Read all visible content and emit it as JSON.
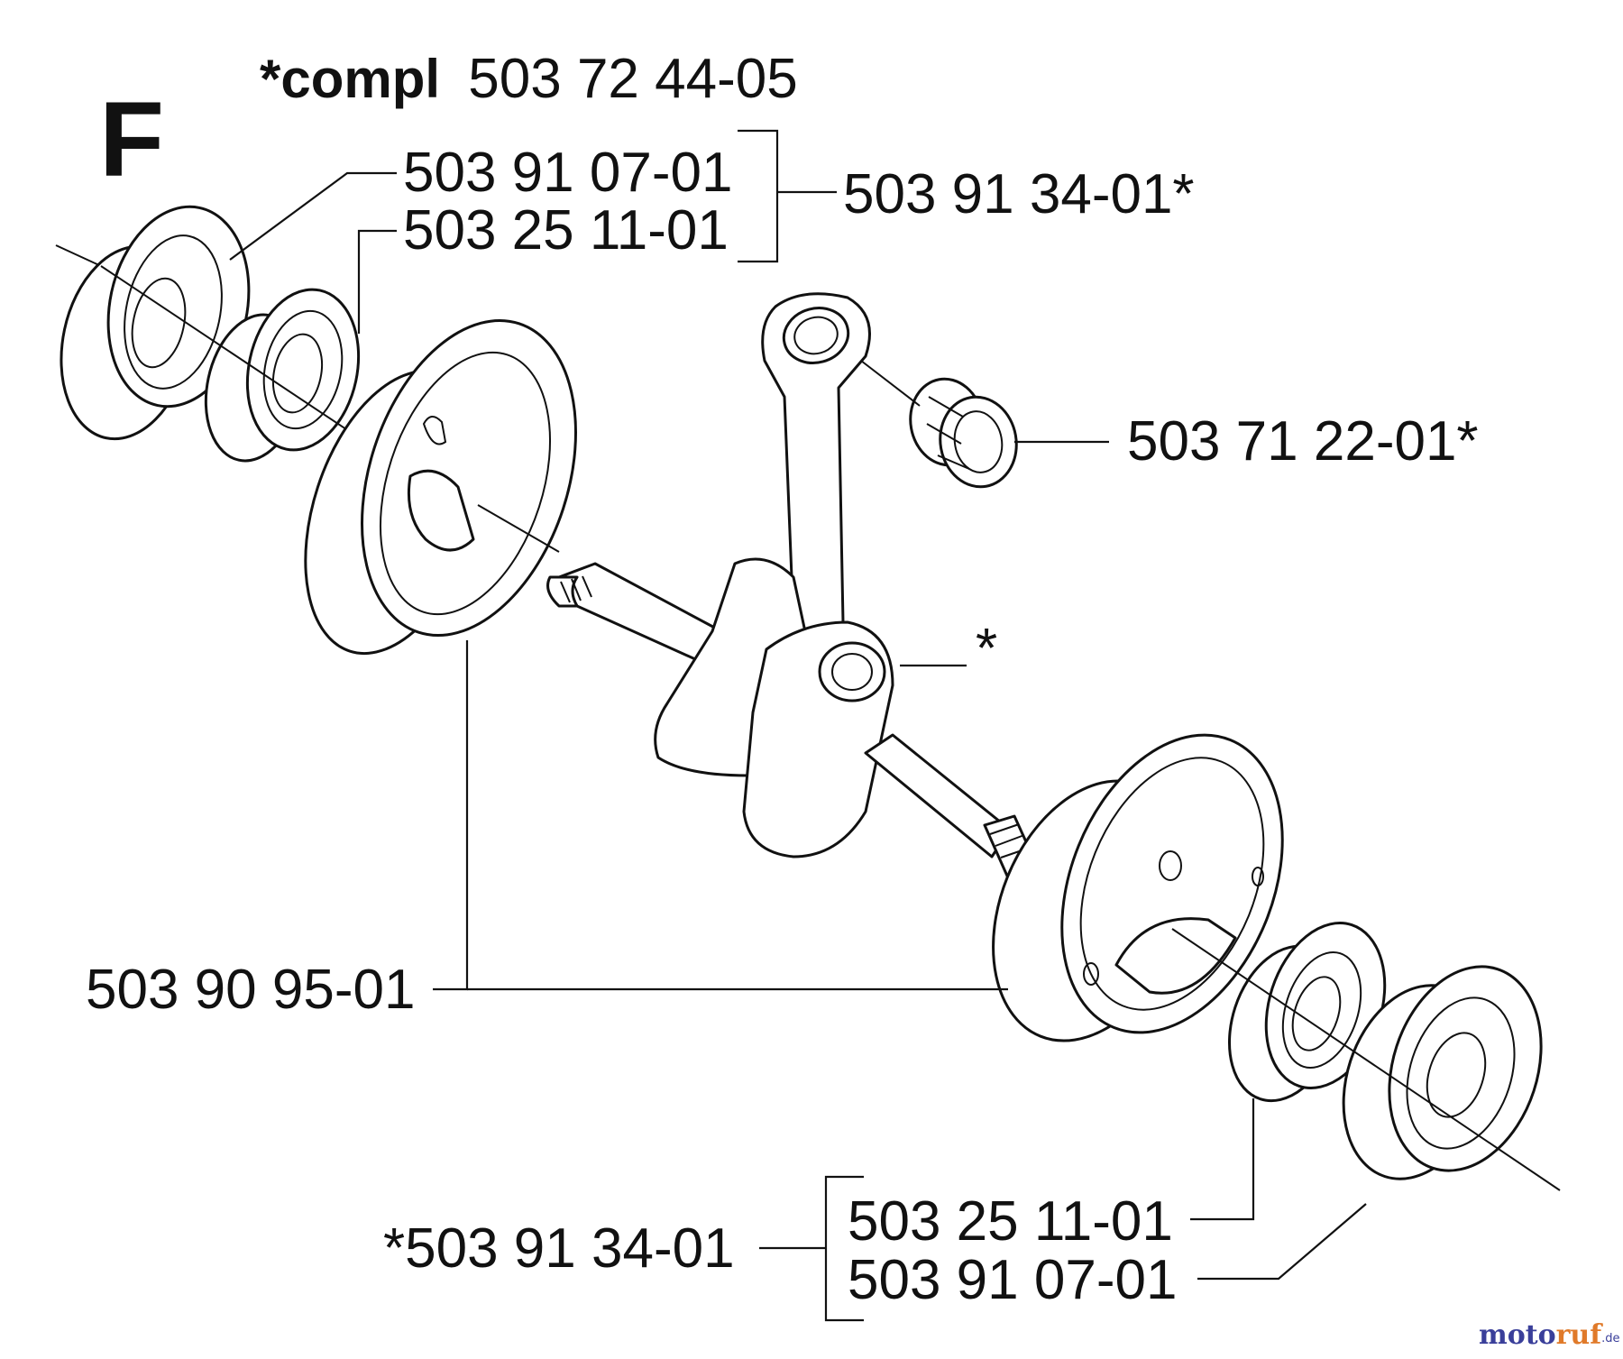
{
  "section_letter": "F",
  "compl": {
    "prefix": "*compl",
    "number": "503 72 44-05"
  },
  "labels": {
    "bearing_outer_top": "503 91 07-01",
    "bearing_inner_top": "503 25 11-01",
    "bearing_kit_top": "503 91 34-01*",
    "needle_bearing": "503 71 22-01*",
    "crank_asterisk": "*",
    "flywheel_halves": "503 90 95-01",
    "bearing_kit_bottom": "*503 91 34-01",
    "bearing_inner_bottom": "503 25 11-01",
    "bearing_outer_bottom": "503 91 07-01"
  },
  "watermark": {
    "part1": "moto",
    "part2": "ruf",
    "suffix": ".de"
  }
}
